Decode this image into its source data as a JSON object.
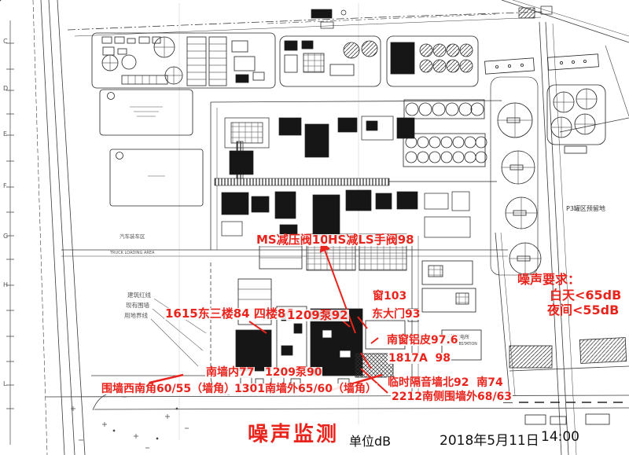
{
  "colors": {
    "annotation_red": "#e8241d",
    "map_line": "#2a2a2a"
  },
  "map": {
    "axis_letters": [
      "C",
      "D",
      "E",
      "F",
      "G",
      "H",
      "L"
    ],
    "labels": {
      "truck_area_cn": "汽车装车区",
      "truck_area_en": "TRUCK LOADING AREA",
      "building_red_line": "建筑红线",
      "existing_fence": "现有围墙",
      "land_boundary": "用地界线",
      "p3_reserved": "P3罐区预留地",
      "substation_cn": "总降变电所",
      "substation_en": "NEW SUBSTATION"
    }
  },
  "annotations": {
    "ms_valve": "MS减压阀109",
    "hs_valve": "HS减LS手阀98",
    "east_bldg": "1615东三楼84 四楼86",
    "pump_92": "1209泵92",
    "window_103": "窗103",
    "east_gate": "东大门93",
    "south_window": "南窗铝皮97.6",
    "unit_1817a": "1817A  98",
    "south_wall_inside": "南墙内77",
    "pump_90": "1209泵90",
    "sw_fence_corner": "围墙西南角60/55（墙角）",
    "south_wall_outside": "1301南墙外65/60（墙角）",
    "sound_barrier": "临时隔音墙北92  南74",
    "fence_2212": "2212南侧围墙外68/63"
  },
  "requirements": {
    "title": "噪声要求：",
    "daytime": "白天<65dB",
    "night": "夜间<55dB"
  },
  "footer": {
    "title": "噪声监测",
    "unit": "单位dB",
    "date": "2018年5月11日",
    "time": "14:00"
  }
}
